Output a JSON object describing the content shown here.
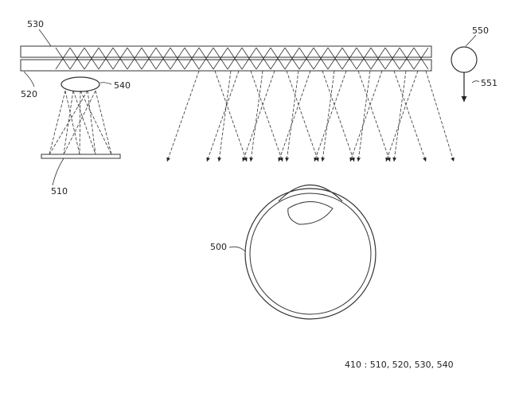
{
  "labels": {
    "waveguide_top": "530",
    "waveguide_bottom": "520",
    "lens": "540",
    "display": "510",
    "object": "550",
    "arrow": "551",
    "eye": "500",
    "caption": "410 : 510, 520, 530, 540"
  },
  "colors": {
    "line": "#333333",
    "background": "#ffffff"
  }
}
